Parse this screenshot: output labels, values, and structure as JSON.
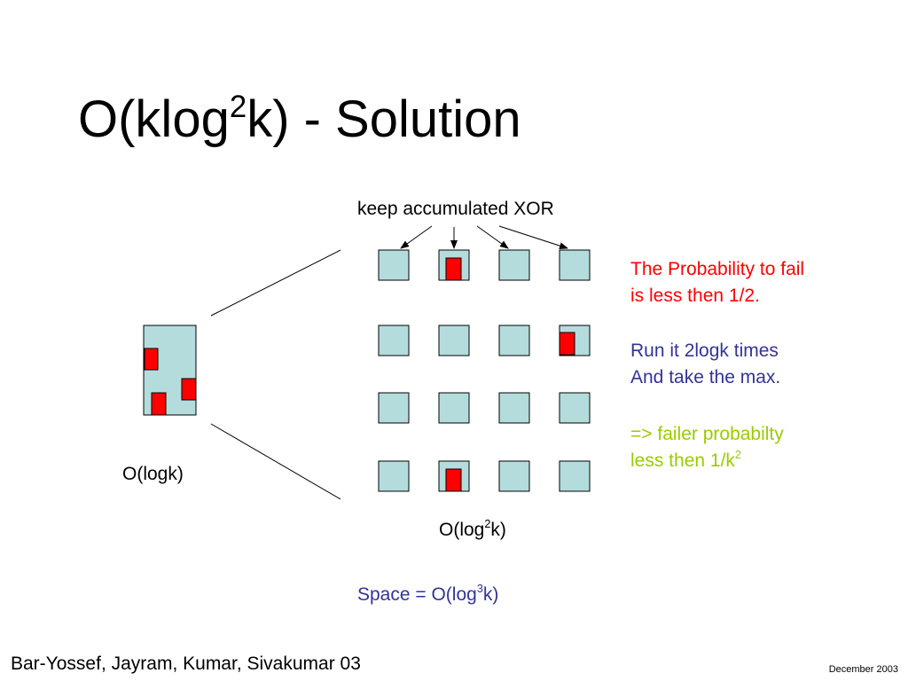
{
  "title": {
    "main": "O(klog",
    "sup": "2",
    "rest": "k) - Solution"
  },
  "diagram": {
    "arrow_label": "keep accumulated XOR",
    "small_label": "O(logk)",
    "grid_label": {
      "main": "O(log",
      "sup": "2",
      "rest": "k)"
    },
    "space_label": {
      "main": "Space = O(log",
      "sup": "3",
      "rest": "k)"
    }
  },
  "notes": {
    "fail_line1": "The Probability to fail",
    "fail_line2": "is less then 1/2.",
    "run_line1": "Run it 2logk times",
    "run_line2": "And take the max.",
    "result_line1": "=> failer probabilty",
    "result_line2": "less then 1/k",
    "result_sup": "2"
  },
  "footer": {
    "authors": "Bar-Yossef, Jayram, Kumar, Sivakumar 03",
    "date": "December 2003"
  },
  "colors": {
    "cell_fill": "#b4dcdc",
    "mark_red": "#ff0000",
    "fail_text": "#ff0000",
    "run_text": "#333399",
    "result_text": "#99cc00",
    "space_text": "#333399"
  }
}
